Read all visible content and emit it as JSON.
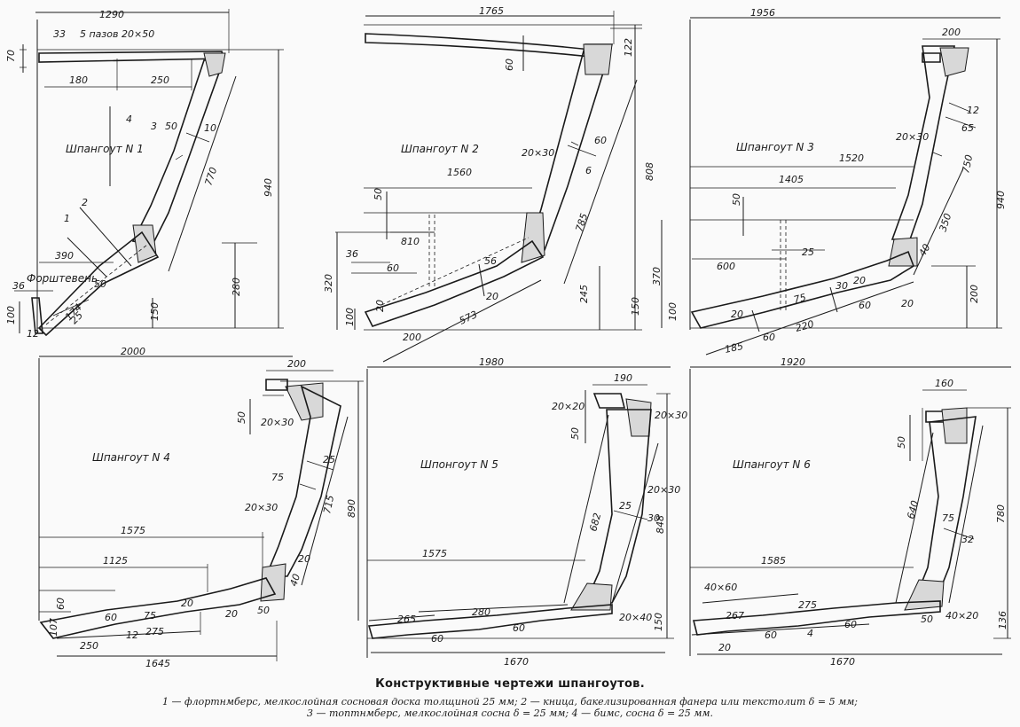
{
  "caption": {
    "title": "Конструктивные чертежи шпангоутов.",
    "legend_line1": "1 — флортнмберс, мелкослойная сосновая доска толщиной 25 мм; 2 — кница, бакелизированная фанера или текстолит δ = 5 мм;",
    "legend_line2": "3 — топтнмберс, мелкослойная сосна δ = 25 мм; 4 — бимс, сосна δ = 25 мм."
  },
  "frames": [
    {
      "title": "Шпангоут N 1",
      "labels": {
        "forstevень": "Форштевень",
        "slots": "5 пазов 20×50",
        "p1": "1",
        "p2": "2",
        "p3": "3",
        "p4": "4"
      },
      "dims": [
        "1290",
        "33",
        "70",
        "180",
        "250",
        "50",
        "10",
        "770",
        "940",
        "390",
        "50",
        "174",
        "25",
        "36",
        "100",
        "12",
        "150",
        "280"
      ]
    },
    {
      "title": "Шпангоут N 2",
      "dims": [
        "1765",
        "122",
        "60",
        "60",
        "20×30",
        "6",
        "1560",
        "808",
        "785",
        "50",
        "810",
        "56",
        "36",
        "60",
        "320",
        "20",
        "100",
        "20",
        "200",
        "573",
        "245",
        "370",
        "150"
      ]
    },
    {
      "title": "Шпангоут N 3",
      "dims": [
        "1956",
        "200",
        "12",
        "65",
        "20×30",
        "750",
        "940",
        "1520",
        "1405",
        "50",
        "350",
        "25",
        "600",
        "40",
        "75",
        "30",
        "20",
        "20",
        "60",
        "20",
        "100",
        "60",
        "185",
        "220",
        "200"
      ]
    },
    {
      "title": "Шпангоут N 4",
      "dims": [
        "2000",
        "200",
        "50",
        "20×30",
        "25",
        "75",
        "20×30",
        "715",
        "890",
        "1575",
        "1125",
        "20",
        "40",
        "60",
        "60",
        "75",
        "20",
        "20",
        "107",
        "12",
        "275",
        "50",
        "250",
        "1645"
      ]
    },
    {
      "title": "Шпонгоут N 5",
      "dims": [
        "1980",
        "190",
        "20×20",
        "20×30",
        "50",
        "20×30",
        "682",
        "25",
        "30",
        "848",
        "1575",
        "265",
        "280",
        "20×40",
        "150",
        "60",
        "60",
        "1670"
      ]
    },
    {
      "title": "Шпангоут N 6",
      "dims": [
        "1920",
        "160",
        "50",
        "640",
        "75",
        "32",
        "780",
        "1585",
        "40×60",
        "267",
        "275",
        "60",
        "4",
        "60",
        "40×20",
        "50",
        "136",
        "20",
        "1670"
      ]
    }
  ]
}
